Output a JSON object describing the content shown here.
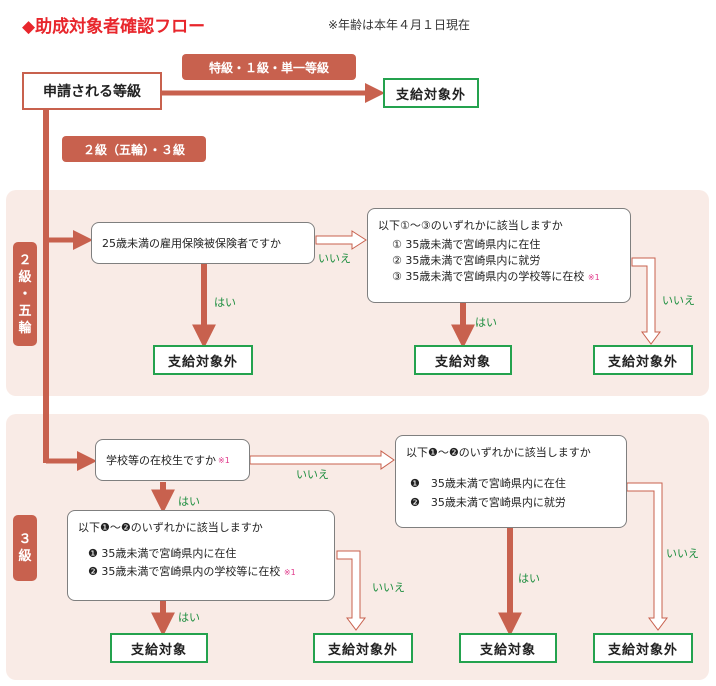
{
  "title": "◆助成対象者確認フロー",
  "note": "※年齢は本年４月１日現在",
  "start_box": "申請される等級",
  "top_branch": {
    "pill": "特級・１級・単一等級",
    "result": "支給対象外"
  },
  "lower_branch_pill": "２級（五輪）・３級",
  "section_2": {
    "tab_chars": [
      "２",
      "級",
      "・",
      "五",
      "輪"
    ],
    "q1": "25歳未満の雇用保険被保険者ですか",
    "q1_no": "いいえ",
    "q1_yes": "はい",
    "q1_yes_result": "支給対象外",
    "q2_title": "以下①〜③のいずれかに該当しますか",
    "q2_items": [
      "① 35歳未満で宮崎県内に在住",
      "② 35歳未満で宮崎県内に就労",
      "③ 35歳未満で宮崎県内の学校等に在校"
    ],
    "q2_ref": "※1",
    "q2_yes": "はい",
    "q2_yes_result": "支給対象",
    "q2_no": "いいえ",
    "q2_no_result": "支給対象外"
  },
  "section_3": {
    "tab_chars": [
      "３",
      "級"
    ],
    "q1": "学校等の在校生ですか",
    "q1_ref": "※1",
    "q1_no": "いいえ",
    "q1_yes": "はい",
    "qa_title": "以下❶〜❷のいずれかに該当しますか",
    "qa_items": [
      "❶ 35歳未満で宮崎県内に在住",
      "❷ 35歳未満で宮崎県内の学校等に在校"
    ],
    "qa_ref": "※1",
    "qa_yes": "はい",
    "qa_yes_result": "支給対象",
    "qa_no": "いいえ",
    "qa_no_result": "支給対象外",
    "qb_title": "以下❶〜❷のいずれかに該当しますか",
    "qb_items": [
      "❶　35歳未満で宮崎県内に在住",
      "❷　35歳未満で宮崎県内に就労"
    ],
    "qb_yes": "はい",
    "qb_yes_result": "支給対象",
    "qb_no": "いいえ",
    "qb_no_result": "支給対象外"
  },
  "colors": {
    "accent": "#c8614e",
    "title_red": "#e8262c",
    "result_green": "#24a24e",
    "section_bg": "#f9ebe6",
    "ref_pink": "#e0388a"
  }
}
